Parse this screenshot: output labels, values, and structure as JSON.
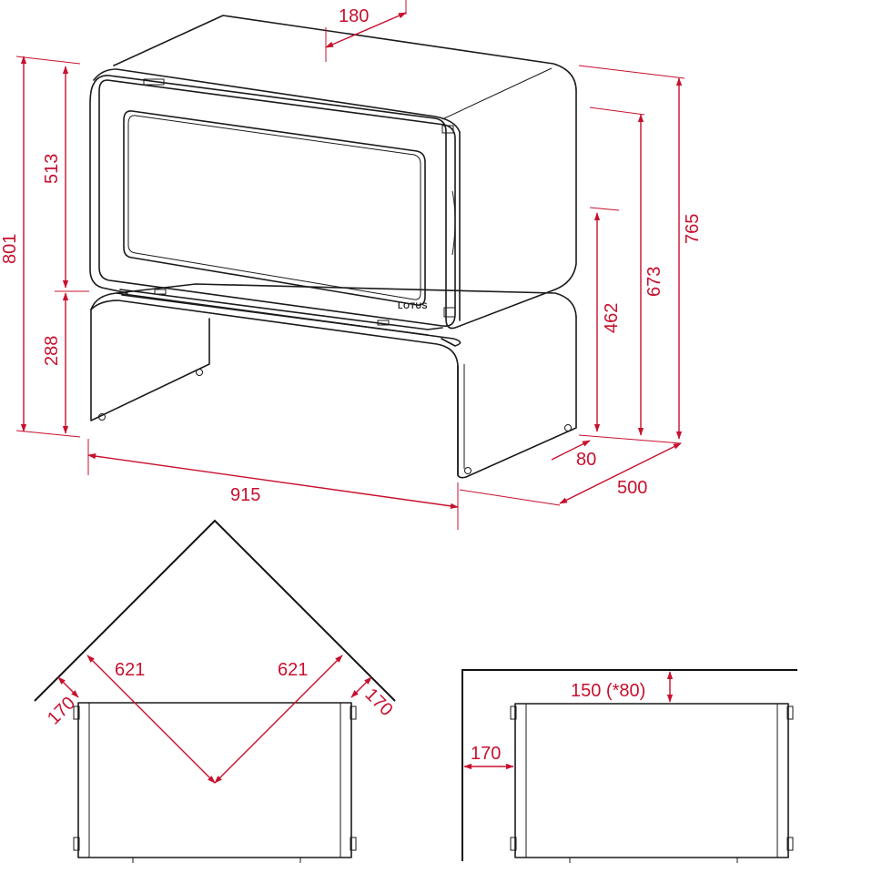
{
  "colors": {
    "dimension": "#c8102e",
    "outline": "#1a1a1a"
  },
  "product": {
    "brand_label": "LOTUS"
  },
  "front_view": {
    "dimensions": {
      "flue_offset": "180",
      "total_height": "801",
      "stove_height": "513",
      "bench_height": "288",
      "width": "915",
      "height_top": "765",
      "height_flue_center": "673",
      "height_door_bottom": "462",
      "bench_overhang": "80",
      "depth": "500"
    }
  },
  "corner_install": {
    "left_distance": "621",
    "right_distance": "621",
    "left_clearance": "170",
    "right_clearance": "170"
  },
  "wall_install": {
    "rear_clearance": "150 (*80)",
    "side_clearance": "170"
  }
}
